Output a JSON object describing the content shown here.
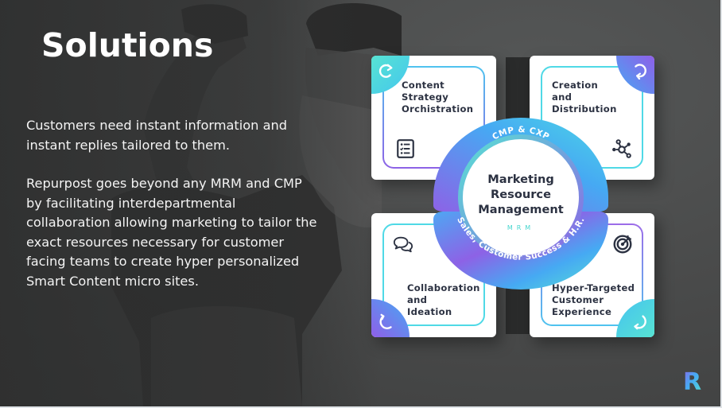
{
  "slide": {
    "title": "Solutions",
    "paragraphs": [
      "Customers need instant information and instant replies tailored to them.",
      "Repurpost goes beyond any MRM and CMP by facilitating interdepartmental collaboration allowing marketing to tailor the exact resources necessary for customer facing teams to create hyper personalized Smart Content micro sites."
    ]
  },
  "diagram": {
    "hub": {
      "title_lines": [
        "Marketing",
        "Resource",
        "Management"
      ],
      "abbreviation": "MRM",
      "top_arc_label": "CMP & CXP",
      "bottom_arc_label": "Sales, Customer Success & H.R."
    },
    "cards": [
      {
        "lines": [
          "Content",
          "Strategy",
          "Orchistration"
        ],
        "icon": "checklist-icon",
        "corner_icon": "rotate-clockwise-icon"
      },
      {
        "lines": [
          "Creation",
          "and",
          "Distribution"
        ],
        "icon": "network-nodes-icon",
        "corner_icon": "rotate-clockwise-icon"
      },
      {
        "lines": [
          "Collaboration",
          "and",
          "Ideation"
        ],
        "icon": "chat-bubbles-icon",
        "corner_icon": "rotate-clockwise-icon"
      },
      {
        "lines": [
          "Hyper-Targeted",
          "Customer",
          "Experience"
        ],
        "icon": "target-icon",
        "corner_icon": "rotate-clockwise-icon"
      }
    ]
  },
  "brand": {
    "logo_letter": "R",
    "gradient": [
      "#8d62e6",
      "#46a9f3",
      "#57e3d3"
    ]
  },
  "colors": {
    "purple": "#8d62e6",
    "blue": "#46a9f3",
    "teal": "#57e3d3",
    "text_dark": "#2c3242"
  }
}
